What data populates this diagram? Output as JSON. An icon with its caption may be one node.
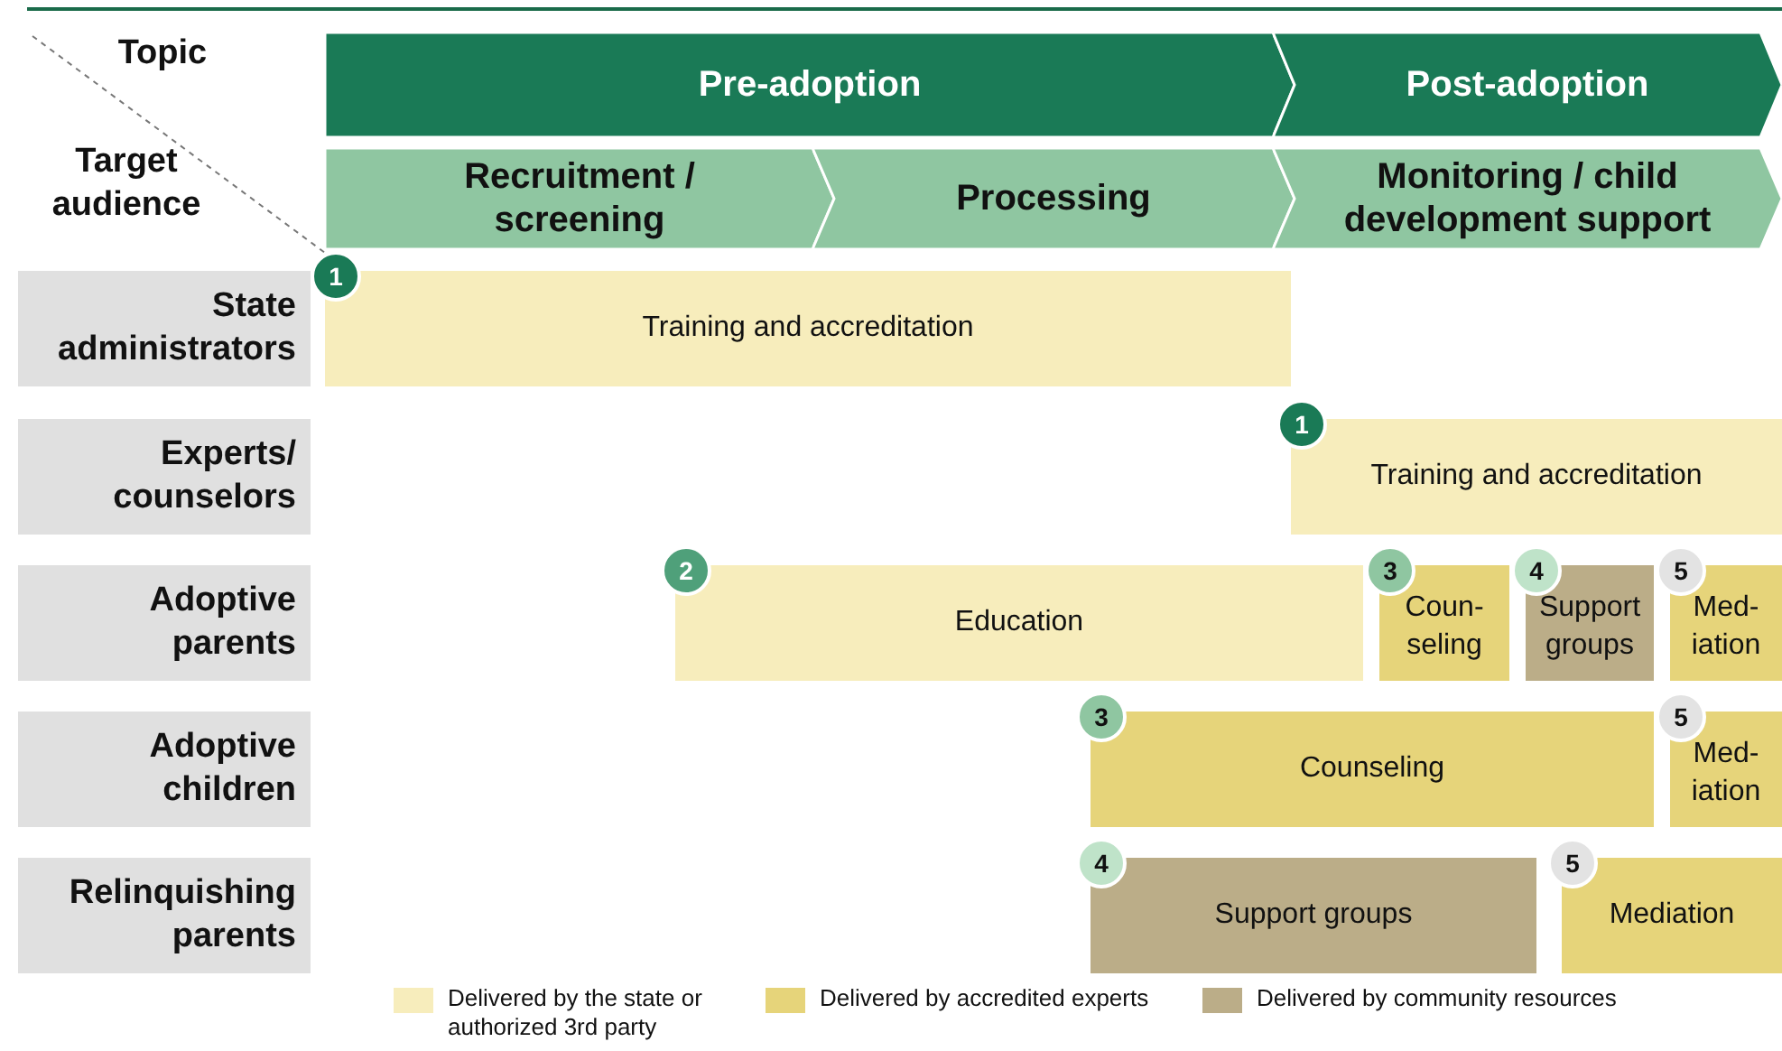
{
  "diagram": {
    "nodes": [
      {
        "text": [
          "Pre-adoption"
        ]
      },
      {
        "text": [
          "Post-adoption"
        ]
      },
      {
        "text": [
          "Recruitment / screening"
        ]
      },
      {
        "text": [
          "Processing"
        ]
      },
      {
        "text": [
          "Monitoring / child development support"
        ]
      },
      {
        "text": [
          "State administrators"
        ]
      },
      {
        "text": [
          "Experts/ counselors"
        ]
      },
      {
        "text": [
          "Adoptive parents"
        ]
      },
      {
        "text": [
          "Adoptive children"
        ]
      },
      {
        "text": [
          "Relinquishing parents"
        ]
      },
      {
        "text": [
          "1",
          "Training and accreditation"
        ]
      },
      {
        "text": [
          "1",
          "Training and accreditation"
        ]
      },
      {
        "text": [
          "2",
          "Education"
        ]
      },
      {
        "text": [
          "3",
          "Coun- seling"
        ]
      },
      {
        "text": [
          "4",
          "Support groups"
        ]
      },
      {
        "text": [
          "5",
          "Med- iation"
        ]
      },
      {
        "text": [
          "3",
          "Counseling"
        ]
      },
      {
        "text": [
          "5",
          "Med- iation"
        ]
      },
      {
        "text": [
          "4",
          "Support groups"
        ]
      },
      {
        "text": [
          "5",
          "Mediation"
        ]
      }
    ],
    "labels": [
      "Topic",
      "Target audience"
    ],
    "legend": [
      {
        "text": "Delivered by the state or authorized 3rd party",
        "color": "#f7edbc"
      },
      {
        "text": "Delivered by accredited experts",
        "color": "#e6d47a"
      },
      {
        "text": "Delivered by community resources",
        "color": "#bbad88"
      }
    ]
  }
}
